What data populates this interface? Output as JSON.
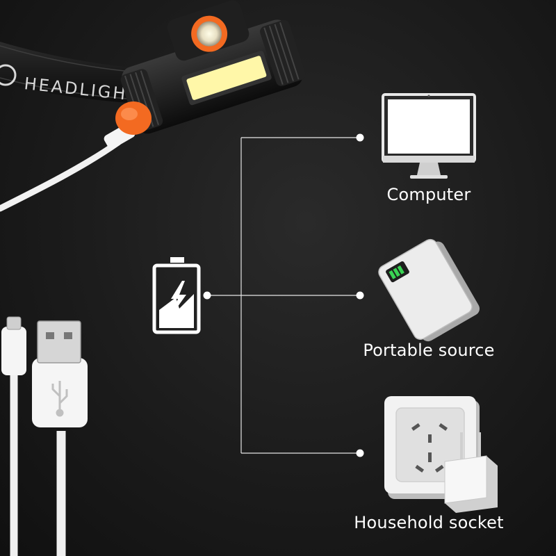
{
  "headlamp": {
    "strap_text": "HEADLIGHT"
  },
  "sources": [
    {
      "id": "computer",
      "label": "Computer",
      "icon": "computer-monitor-icon"
    },
    {
      "id": "portable",
      "label": "Portable source",
      "icon": "power-bank-icon"
    },
    {
      "id": "household",
      "label": "Household socket",
      "icon": "wall-socket-icon"
    }
  ],
  "colors": {
    "background": "#1b1b1b",
    "line": "#e6e6e6",
    "icon": "#ffffff",
    "accent_orange": "#f36a21",
    "cob_yellow": "#fff7a8",
    "indicator_green": "#39d353"
  }
}
